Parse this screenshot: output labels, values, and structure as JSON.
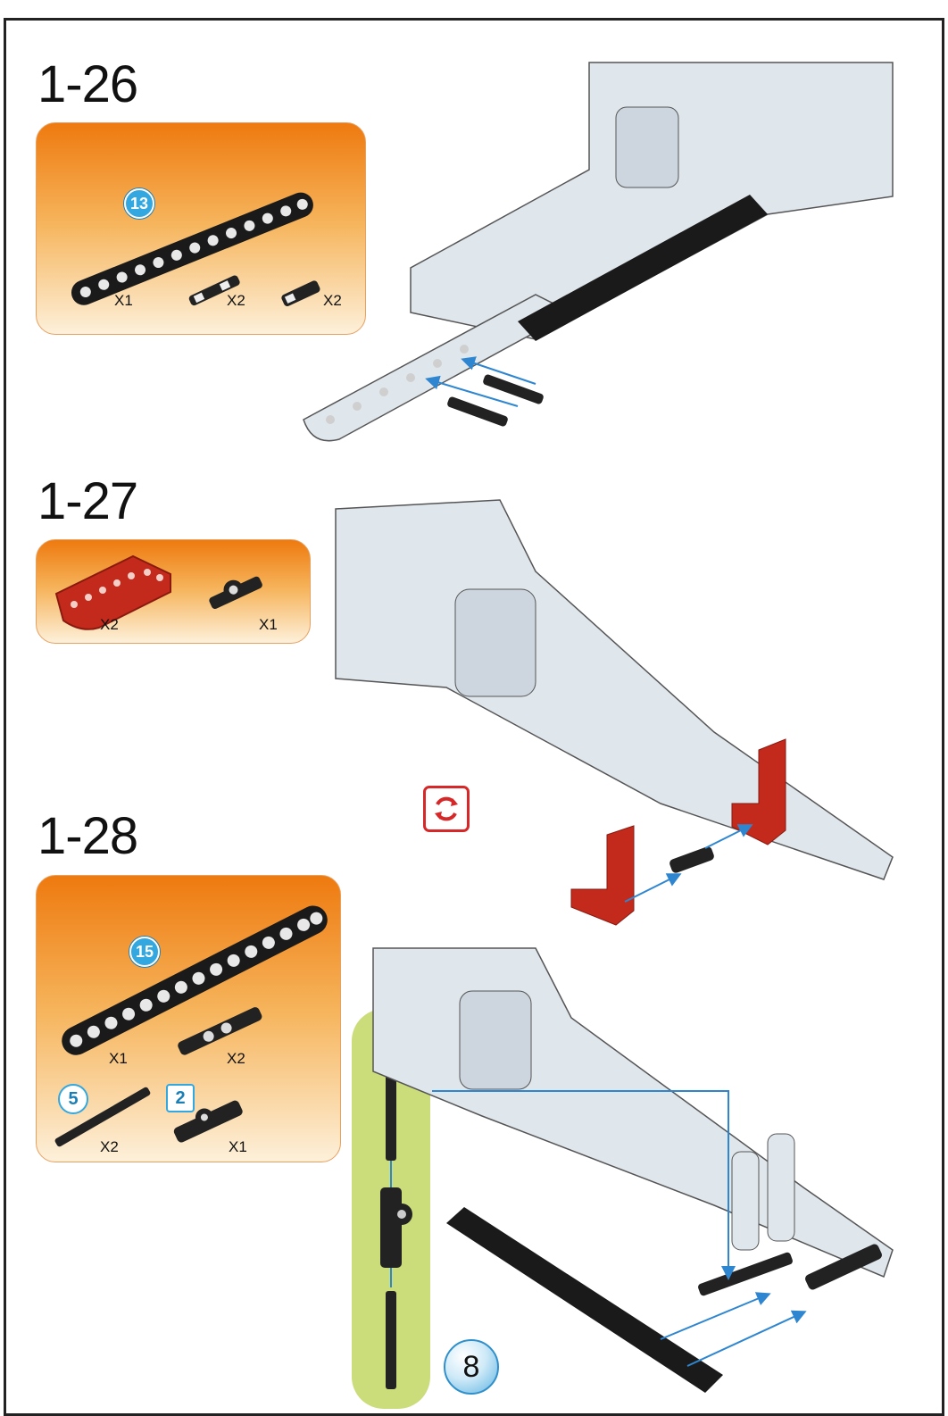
{
  "page_number": "8",
  "colors": {
    "parts_box_top": "#ee7a0f",
    "parts_box_bottom": "#fdf0da",
    "red_part": "#c42a1c",
    "subassembly_bg": "#cbdc7b",
    "arrow": "#2f86d0"
  },
  "steps": [
    {
      "title": "1-26",
      "parts": [
        {
          "name": "beam",
          "length_badge": "13",
          "qty": "X1"
        },
        {
          "name": "pin-long",
          "qty": "X2"
        },
        {
          "name": "pin",
          "qty": "X2"
        }
      ]
    },
    {
      "title": "1-27",
      "parts": [
        {
          "name": "l-beam-red",
          "qty": "X2"
        },
        {
          "name": "cross-block",
          "qty": "X1"
        }
      ]
    },
    {
      "title": "1-28",
      "parts": [
        {
          "name": "beam",
          "length_badge": "15",
          "qty": "X1"
        },
        {
          "name": "connector",
          "qty": "X2"
        },
        {
          "name": "axle",
          "length_badge": "5",
          "qty": "X2"
        },
        {
          "name": "axle-block",
          "length_badge": "2",
          "qty": "X1"
        }
      ]
    }
  ],
  "icons": [
    "rotate-model-icon"
  ]
}
